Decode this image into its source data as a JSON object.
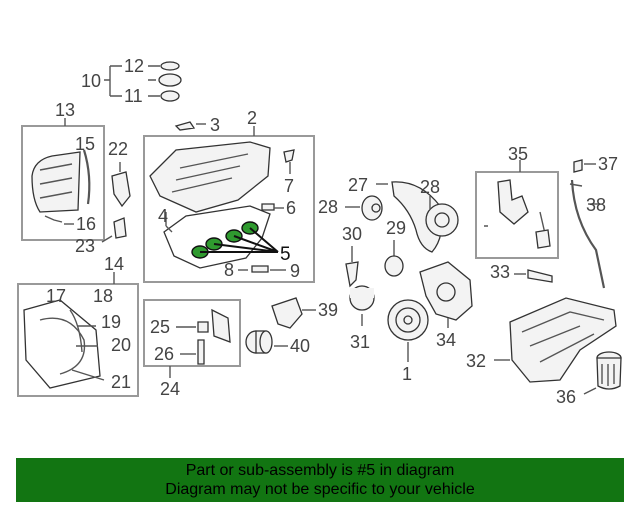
{
  "labels": {
    "p1": "1",
    "p2": "2",
    "p3": "3",
    "p4": "4",
    "p5": "5",
    "p6": "6",
    "p7": "7",
    "p8": "8",
    "p9": "9",
    "p10": "10",
    "p11": "11",
    "p12": "12",
    "p13": "13",
    "p14": "14",
    "p15": "15",
    "p16": "16",
    "p17": "17",
    "p18": "18",
    "p19": "19",
    "p20": "20",
    "p21": "21",
    "p22": "22",
    "p23": "23",
    "p24": "24",
    "p25": "25",
    "p26": "26",
    "p27": "27",
    "p28": "28",
    "p29": "29",
    "p30": "30",
    "p31": "31",
    "p32": "32",
    "p33": "33",
    "p34": "34",
    "p35": "35",
    "p36": "36",
    "p37": "37",
    "p38": "38",
    "p39": "39",
    "p40": "40"
  },
  "banner": {
    "line1": "Part or sub-assembly is #5 in diagram",
    "line2": "Diagram may not be specific to your vehicle"
  },
  "colors": {
    "banner_bg": "#127512",
    "highlight_part": "#2f9a2f"
  }
}
